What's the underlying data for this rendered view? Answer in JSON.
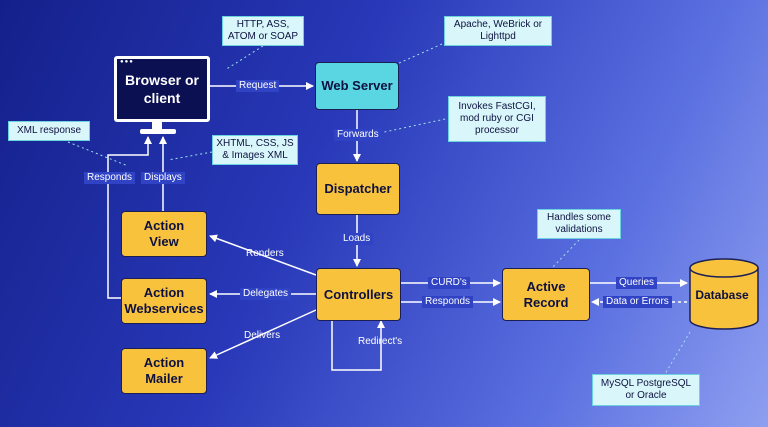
{
  "nodes": {
    "browser": "Browser or client",
    "web_server": "Web Server",
    "dispatcher": "Dispatcher",
    "controllers": "Controllers",
    "active_record": "Active Record",
    "database": "Database",
    "action_view": "Action View",
    "action_webservices": "Action Webservices",
    "action_mailer": "Action Mailer"
  },
  "notes": {
    "protocols": "HTTP, ASS, ATOM or SOAP",
    "servers": "Apache, WeBrick or Lighttpd",
    "processors": "Invokes FastCGI, mod ruby or CGI processor",
    "xml_response": "XML response",
    "formats": "XHTML, CSS, JS & Images XML",
    "validations": "Handles some validations",
    "databases": "MySQL PostgreSQL or Oracle"
  },
  "edges": {
    "request": "Request",
    "forwards": "Forwards",
    "loads": "Loads",
    "renders": "Renders",
    "delegates": "Delegates",
    "delivers": "Delivers",
    "curds": "CURD's",
    "responds_right": "Responds",
    "redirects": "Redirect's",
    "queries": "Queries",
    "data_or_errors": "Data or Errors",
    "responds_left": "Responds",
    "displays": "Displays"
  },
  "colors": {
    "component_fill": "#f9c23c",
    "web_server_fill": "#5ad6e3",
    "note_fill": "#d9f7fa",
    "background_start": "#14208a",
    "background_end": "#8e9ff0"
  }
}
